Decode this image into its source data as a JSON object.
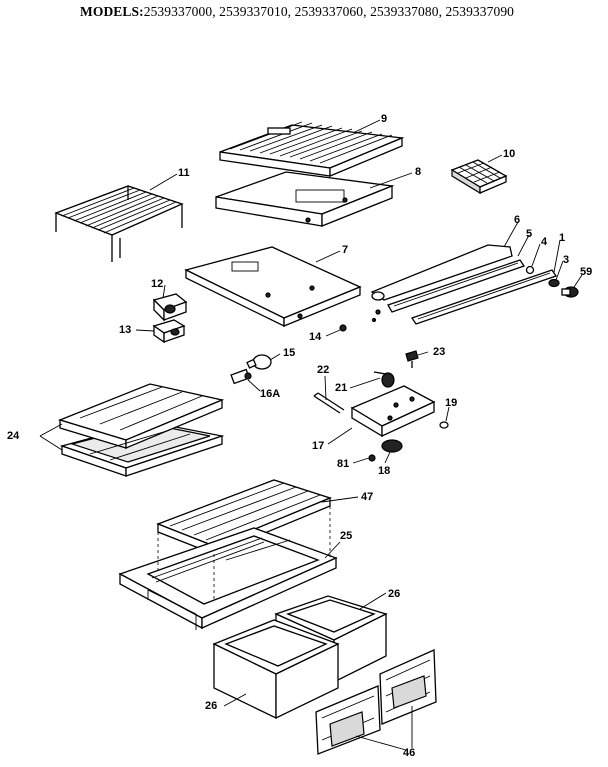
{
  "header": {
    "prefix": "MODELS:",
    "models": "2539337000, 2539337010, 2539337060, 2539337080, 2539337090"
  },
  "callouts": {
    "p1": "1",
    "p3": "3",
    "p4": "4",
    "p5": "5",
    "p6": "6",
    "p7": "7",
    "p8": "8",
    "p9": "9",
    "p10": "10",
    "p11": "11",
    "p12": "12",
    "p13": "13",
    "p14": "14",
    "p15": "15",
    "p16a": "16A",
    "p17": "17",
    "p18": "18",
    "p19": "19",
    "p21": "21",
    "p22": "22",
    "p23": "23",
    "p24": "24",
    "p25": "25",
    "p26a": "26",
    "p26b": "26",
    "p46": "46",
    "p47": "47",
    "p59": "59",
    "p81": "81"
  }
}
